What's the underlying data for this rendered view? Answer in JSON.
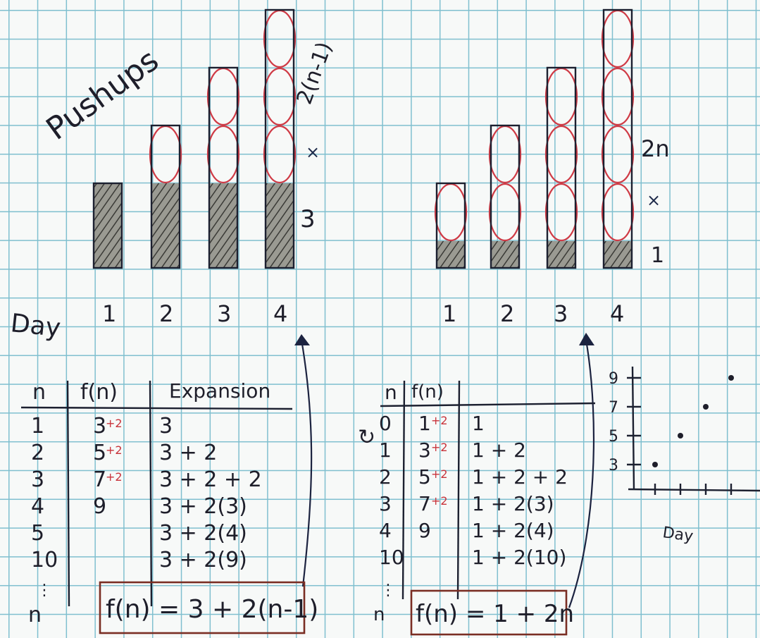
{
  "left": {
    "title": "Pushups",
    "day_label": "Day",
    "days": [
      "1",
      "2",
      "3",
      "4"
    ],
    "base_label": "3",
    "times_label": "×",
    "growth_label": "2(n-1)",
    "bars": [
      {
        "base": 3,
        "added": 0
      },
      {
        "base": 3,
        "added": 1
      },
      {
        "base": 3,
        "added": 2
      },
      {
        "base": 3,
        "added": 3
      }
    ],
    "table": {
      "headers": [
        "n",
        "f(n)",
        "Expansion"
      ],
      "rows": [
        {
          "n": "1",
          "f": "3",
          "diff": "+2",
          "exp": "3"
        },
        {
          "n": "2",
          "f": "5",
          "diff": "+2",
          "exp": "3 + 2"
        },
        {
          "n": "3",
          "f": "7",
          "diff": "+2",
          "exp": "3 + 2 + 2"
        },
        {
          "n": "4",
          "f": "9",
          "diff": "",
          "exp": "3 + 2(3)"
        },
        {
          "n": "5",
          "f": "",
          "diff": "",
          "exp": "3 + 2(4)"
        },
        {
          "n": "10",
          "f": "",
          "diff": "",
          "exp": "3 + 2(9)"
        }
      ],
      "dots": "⋮",
      "last_n": "n",
      "formula": "f(n) = 3 + 2(n-1)"
    }
  },
  "right": {
    "days": [
      "1",
      "2",
      "3",
      "4"
    ],
    "base_label": "1",
    "times_label": "×",
    "growth_label": "2n",
    "bars": [
      {
        "base": 1,
        "added": 1
      },
      {
        "base": 1,
        "added": 2
      },
      {
        "base": 1,
        "added": 3
      },
      {
        "base": 1,
        "added": 4
      }
    ],
    "table": {
      "headers": [
        "n",
        "f(n)"
      ],
      "rows": [
        {
          "n": "0",
          "f": "1",
          "diff": "+2",
          "exp": "1"
        },
        {
          "n": "1",
          "f": "3",
          "diff": "+2",
          "exp": "1 + 2"
        },
        {
          "n": "2",
          "f": "5",
          "diff": "+2",
          "exp": "1 + 2 + 2"
        },
        {
          "n": "3",
          "f": "7",
          "diff": "+2",
          "exp": "1 + 2(3)"
        },
        {
          "n": "4",
          "f": "9",
          "diff": "",
          "exp": "1 + 2(4)"
        },
        {
          "n": "10",
          "f": "",
          "diff": "",
          "exp": "1 + 2(10)"
        }
      ],
      "dots": "⋮",
      "last_n": "n",
      "formula": "f(n) = 1 + 2n"
    }
  },
  "chart_data": {
    "type": "scatter",
    "xlabel": "Day",
    "ylabel": "",
    "y_ticks": [
      "3",
      "5",
      "7",
      "9"
    ],
    "x": [
      1,
      2,
      3,
      4
    ],
    "y": [
      3,
      5,
      7,
      9
    ]
  },
  "colors": {
    "ink": "#1e1e2a",
    "red": "#c8323a",
    "brown_box": "#7a2e24",
    "grid": "#7fbfcf"
  }
}
